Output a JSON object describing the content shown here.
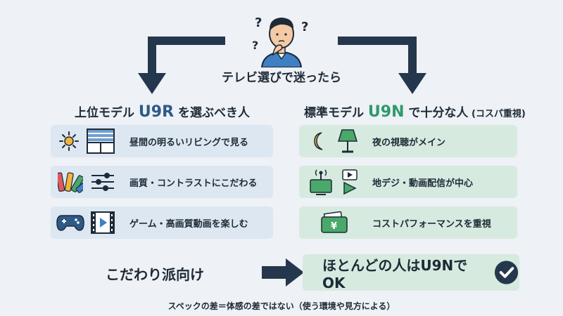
{
  "center_title": "テレビ選びで迷ったら",
  "left": {
    "heading_pre": "上位モデル ",
    "heading_model": "U9R",
    "heading_post": " を選ぶべき人",
    "items": [
      {
        "label": "昼間の明るいリビングで見る",
        "icons": [
          "sun-icon",
          "window-blinds-icon"
        ]
      },
      {
        "label": "画質・コントラストにこだわる",
        "icons": [
          "color-palette-icon",
          "sliders-icon"
        ]
      },
      {
        "label": "ゲーム・高画質動画を楽しむ",
        "icons": [
          "gamepad-icon",
          "film-icon"
        ]
      }
    ]
  },
  "right": {
    "heading_pre": "標準モデル ",
    "heading_model": "U9N",
    "heading_post": " で十分な人",
    "heading_note": " (コスパ重視)",
    "items": [
      {
        "label": "夜の視聴がメイン",
        "icons": [
          "moon-icon",
          "lamp-icon"
        ]
      },
      {
        "label": "地デジ・動画配信が中心",
        "icons": [
          "tv-antenna-icon",
          "play-icon"
        ]
      },
      {
        "label": "コストパフォーマンスを重視",
        "icons": [
          "wallet-yen-icon"
        ]
      }
    ]
  },
  "bottom": {
    "left_text": "こだわり派向け",
    "right_text": "ほとんどの人はU9NでOK"
  },
  "footnote": "スペックの差＝体感の差ではない（使う環境や見方による）",
  "colors": {
    "background": "#eef1f5",
    "arrow": "#25374c",
    "left_card": "#dce7f2",
    "right_card": "#d6eadf",
    "u9r": "#2e5a88",
    "u9n": "#2f9a6e"
  }
}
